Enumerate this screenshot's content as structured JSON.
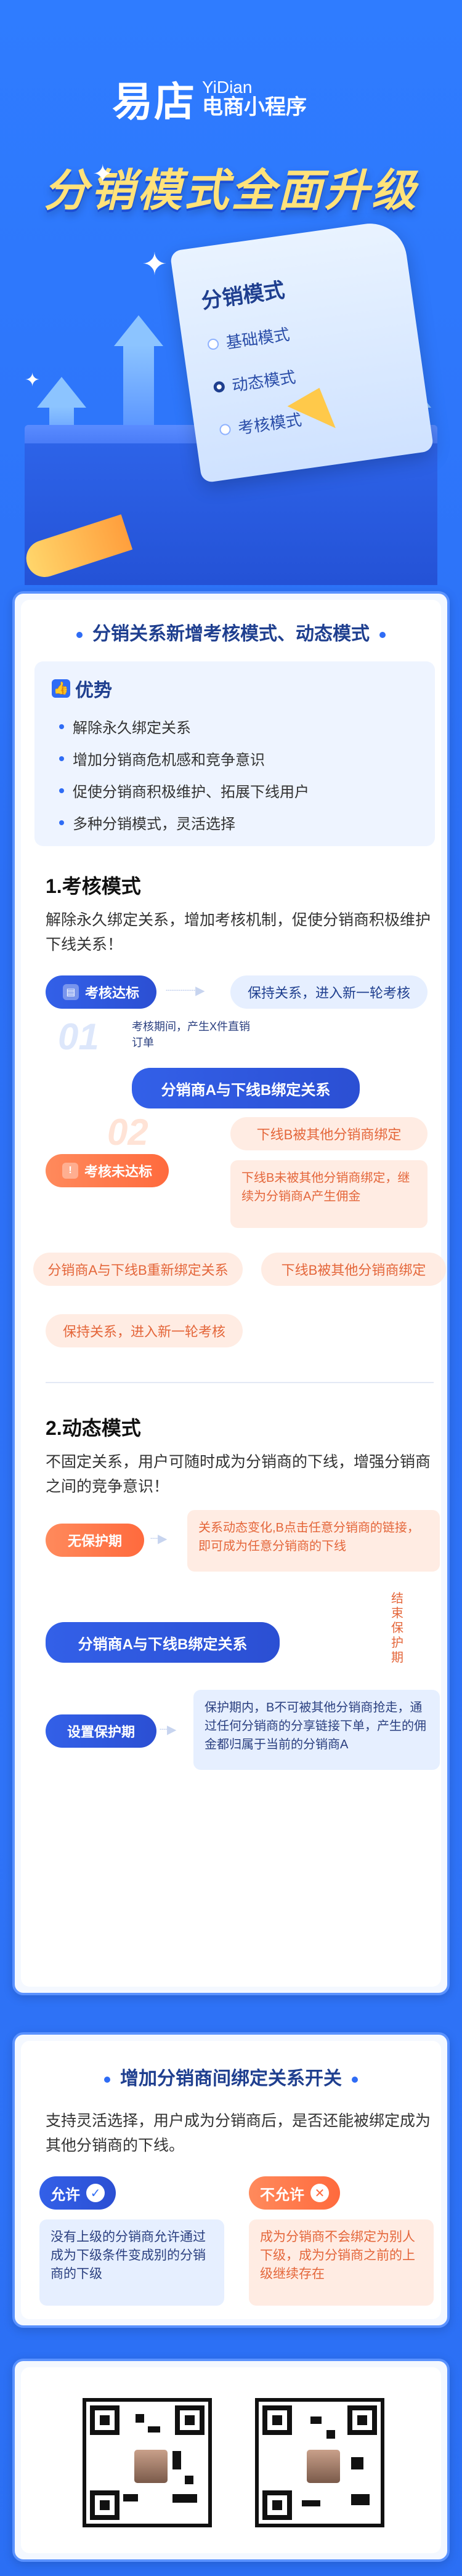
{
  "brand": {
    "logo": "易店",
    "en": "YiDian",
    "cn": "电商小程序"
  },
  "hero": {
    "title": "分销模式全面升级",
    "scroll_title": "分销模式",
    "options": [
      "基础模式",
      "动态模式",
      "考核模式"
    ]
  },
  "section1": {
    "title": "分销关系新增考核模式、动态模式",
    "adv_head": "优势",
    "adv_items": [
      "解除永久绑定关系",
      "增加分销商危机感和竞争意识",
      "促使分销商积极维护、拓展下线用户",
      "多种分销模式，灵活选择"
    ],
    "mode1_title": "1.考核模式",
    "mode1_desc": "解除永久绑定关系，增加考核机制，促使分销商积极维护下线关系！",
    "pass": "考核达标",
    "pass_result": "保持关系，进入新一轮考核",
    "num1": "01",
    "period_note": "考核期间，产生X件直销订单",
    "bind": "分销商A与下线B绑定关系",
    "num2": "02",
    "fail": "考核未达标",
    "fail_r1": "下线B被其他分销商绑定",
    "fail_r2": "下线B未被其他分销商绑定，继续为分销商A产生佣金",
    "rebind": "分销商A与下线B重新绑定关系",
    "other_bind": "下线B被其他分销商绑定",
    "keep": "保持关系，进入新一轮考核",
    "mode2_title": "2.动态模式",
    "mode2_desc": "不固定关系，用户可随时成为分销商的下线，增强分销商之间的竞争意识！",
    "no_protect": "无保护期",
    "no_protect_note": "关系动态变化,B点击任意分销商的链接，即可成为任意分销商的下线",
    "bind2": "分销商A与下线B绑定关系",
    "end_protect": "结束保护期",
    "set_protect": "设置保护期",
    "protect_note": "保护期内，B不可被其他分销商抢走，通过任何分销商的分享链接下单，产生的佣金都归属于当前的分销商A"
  },
  "section2": {
    "title": "增加分销商间绑定关系开关",
    "desc": "支持灵活选择，用户成为分销商后，是否还能被绑定成为其他分销商的下线。",
    "allow": "允许",
    "allow_note": "没有上级的分销商允许通过成为下级条件变成别的分销商的下级",
    "deny": "不允许",
    "deny_note": "成为分销商不会绑定为别人下级，成为分销商之前的上级继续存在"
  },
  "colors": {
    "primary": "#2f6cf5",
    "orange": "#ff6a3d",
    "gold": "#ffe27a"
  },
  "icons": {
    "thumb": "thumbs-up-icon",
    "check": "check-icon",
    "cross": "cross-icon",
    "qr": "qr-code-icon"
  }
}
